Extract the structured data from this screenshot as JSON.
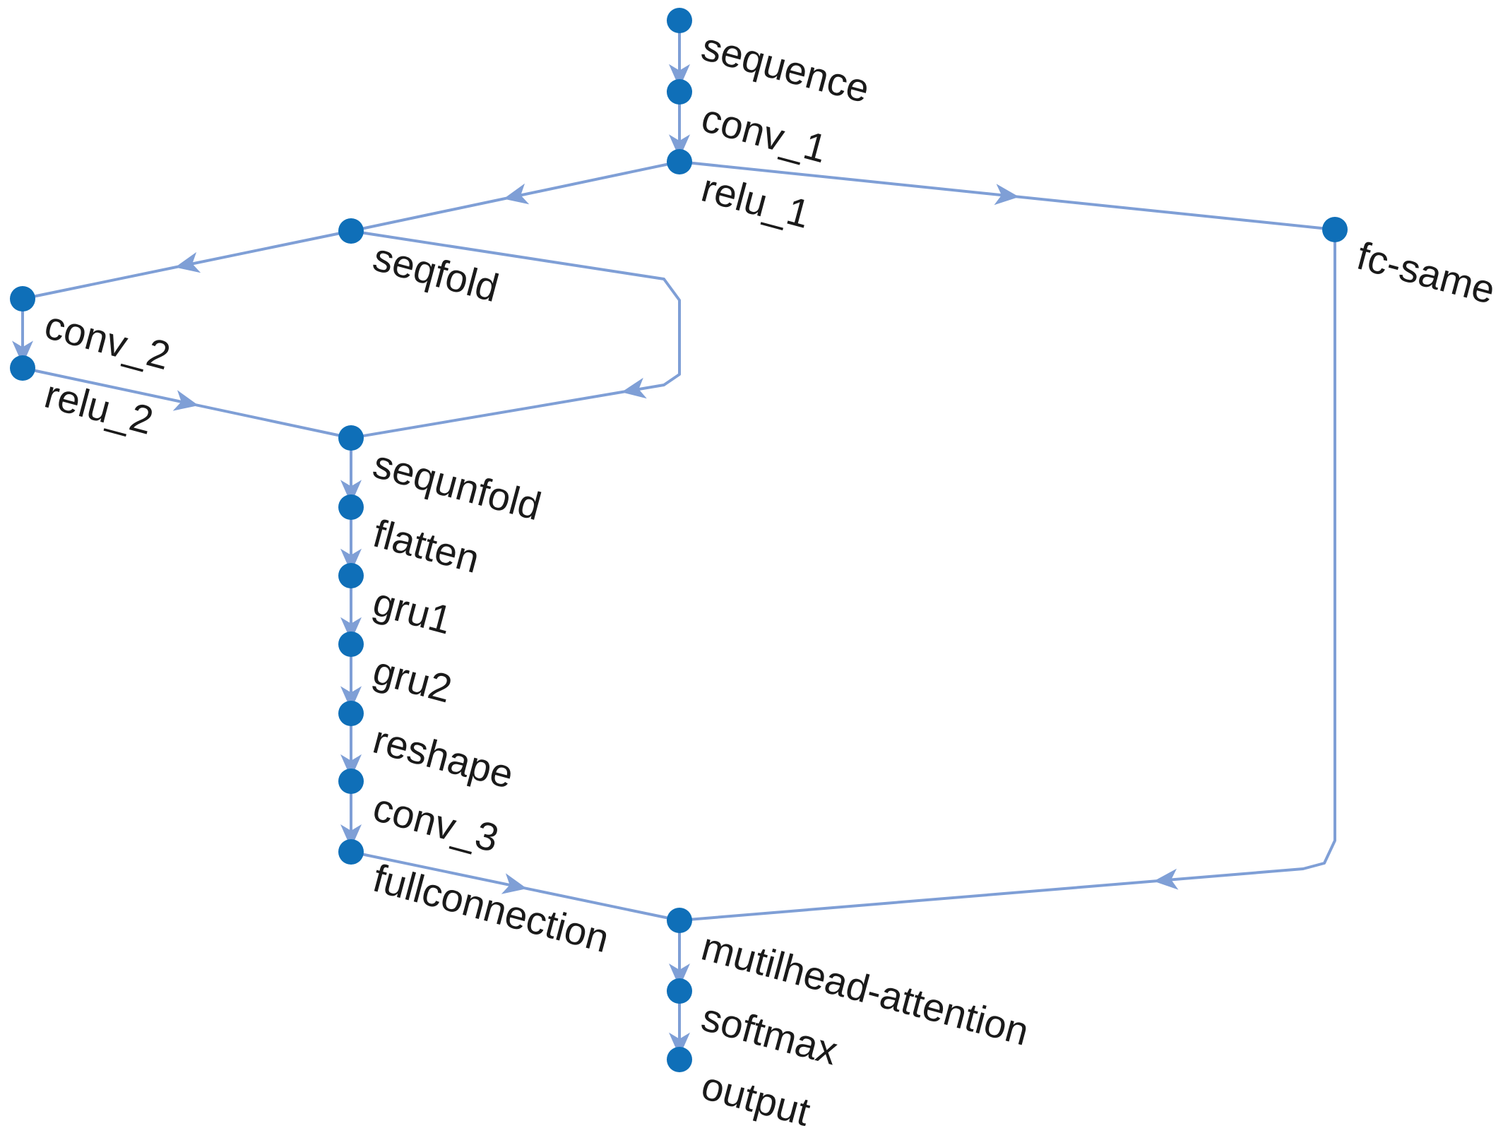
{
  "diagram": {
    "colors": {
      "node": "#0f6fb8",
      "edge": "#7f9fd6",
      "text": "#1a1a1a"
    },
    "nodes": [
      {
        "id": "sequence",
        "label": "sequence"
      },
      {
        "id": "conv_1",
        "label": "conv_1"
      },
      {
        "id": "relu_1",
        "label": "relu_1"
      },
      {
        "id": "seqfold",
        "label": "seqfold"
      },
      {
        "id": "conv_2",
        "label": "conv_2"
      },
      {
        "id": "relu_2",
        "label": "relu_2"
      },
      {
        "id": "sequnfold",
        "label": "sequnfold"
      },
      {
        "id": "flatten",
        "label": "flatten"
      },
      {
        "id": "gru1",
        "label": "gru1"
      },
      {
        "id": "gru2",
        "label": "gru2"
      },
      {
        "id": "reshape",
        "label": "reshape"
      },
      {
        "id": "conv_3",
        "label": "conv_3"
      },
      {
        "id": "fullconnection",
        "label": "fullconnection"
      },
      {
        "id": "fc-same",
        "label": "fc-same"
      },
      {
        "id": "mutilhead-attention",
        "label": "mutilhead-attention"
      },
      {
        "id": "softmax",
        "label": "softmax"
      },
      {
        "id": "output",
        "label": "output"
      }
    ],
    "edges": [
      {
        "from": "sequence",
        "to": "conv_1"
      },
      {
        "from": "conv_1",
        "to": "relu_1"
      },
      {
        "from": "relu_1",
        "to": "seqfold"
      },
      {
        "from": "relu_1",
        "to": "fc-same"
      },
      {
        "from": "seqfold",
        "to": "conv_2"
      },
      {
        "from": "seqfold",
        "to": "sequnfold"
      },
      {
        "from": "conv_2",
        "to": "relu_2"
      },
      {
        "from": "relu_2",
        "to": "sequnfold"
      },
      {
        "from": "sequnfold",
        "to": "flatten"
      },
      {
        "from": "flatten",
        "to": "gru1"
      },
      {
        "from": "gru1",
        "to": "gru2"
      },
      {
        "from": "gru2",
        "to": "reshape"
      },
      {
        "from": "reshape",
        "to": "conv_3"
      },
      {
        "from": "conv_3",
        "to": "fullconnection"
      },
      {
        "from": "fullconnection",
        "to": "mutilhead-attention"
      },
      {
        "from": "fc-same",
        "to": "mutilhead-attention"
      },
      {
        "from": "mutilhead-attention",
        "to": "softmax"
      },
      {
        "from": "softmax",
        "to": "output"
      }
    ]
  }
}
